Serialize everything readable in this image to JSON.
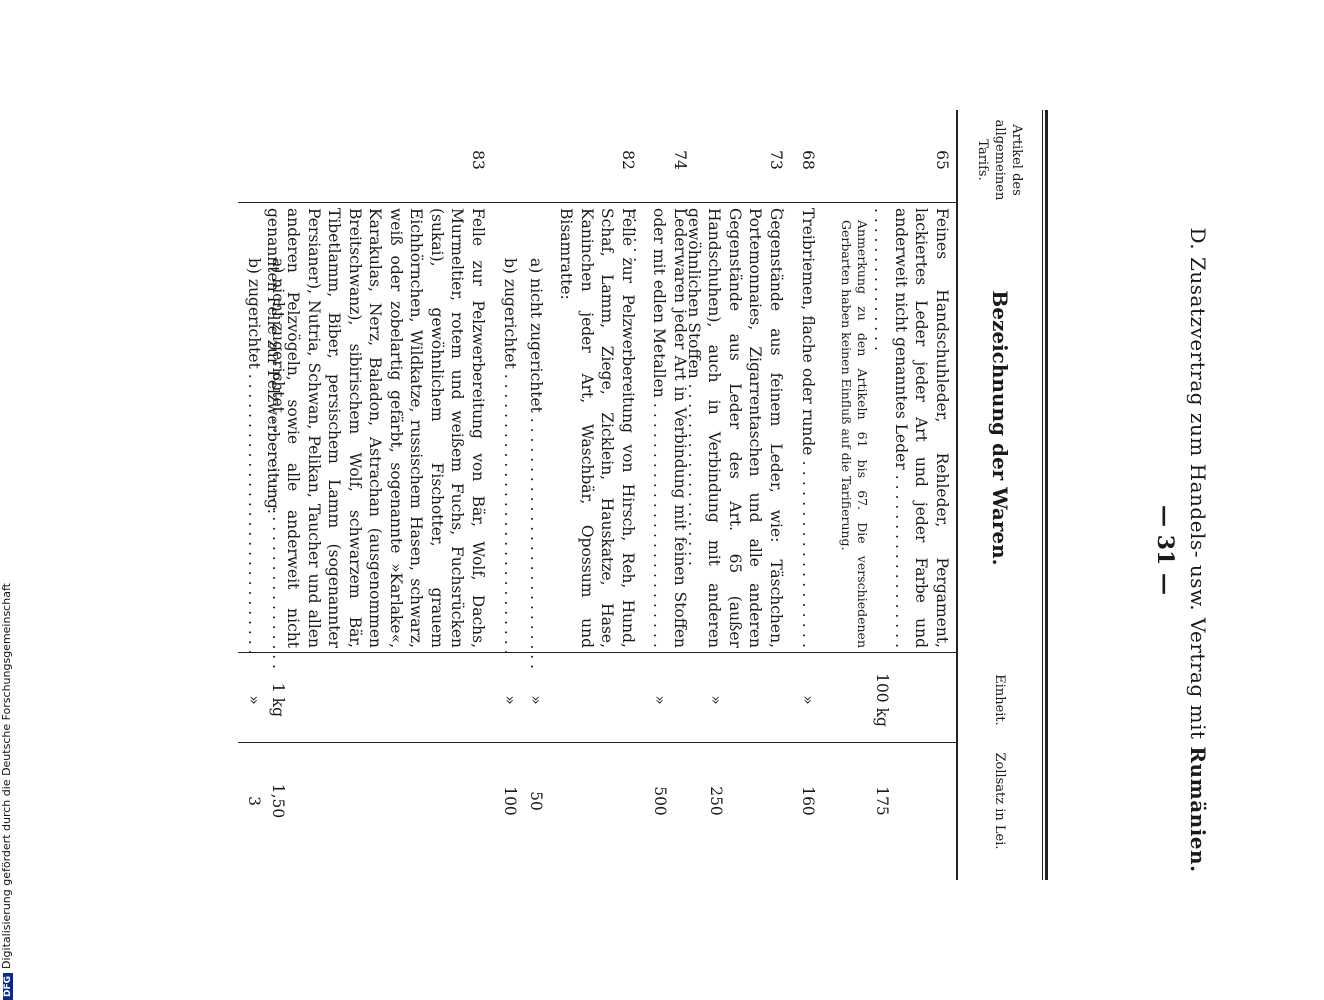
{
  "header": {
    "prefix": "D.  Zusatzvertrag zum Handels- usw. Vertrag mit",
    "country": "Rumänien.",
    "page_number": "— 31 —"
  },
  "table": {
    "col_article": "Artikel des allgemeinen Tarifs.",
    "col_description": "Bezeichnung der Waren.",
    "col_unit": "Einheit.",
    "col_rate": "Zollsatz in Lei.",
    "rows": [
      {
        "article": "65",
        "description": "Feines Handschuhleder, Rehleder, Pergament, lackiertes Leder jeder Art und jeder Farbe und anderweit nicht genanntes Leder . . . . . . . . . . . . . . . . . . . . . . . . . . . . . . . . .",
        "note": "Anmerkung zu den Artikeln 61 bis 67. Die verschiedenen Gerbarten haben keinen Einfluß auf die Tarifierung.",
        "unit": "100 kg",
        "rate": "175"
      },
      {
        "article": "68",
        "description": "Treibriemen, flache oder runde . . . . . . . . . . . . . . . . . . . .",
        "unit": "»",
        "rate": "160"
      },
      {
        "article": "73",
        "description": "Gegenstände aus feinem Leder, wie: Täschchen, Portemonnaies, Zigarrentaschen und alle anderen Gegenstände aus Leder des Art. 65 (außer Handschuhen), auch in Verbindung mit anderen gewöhnlichen Stoffen . . . . . . . . . . . . . . . . . . .",
        "unit": "»",
        "rate": "250"
      },
      {
        "article": "74",
        "description": "Lederwaren jeder Art in Verbindung mit feinen Stoffen oder mit edlen Metallen . . . . . . . . . . . . . . . . . . . . . . . . . . . . . . .",
        "unit": "»",
        "rate": "500"
      },
      {
        "article": "82",
        "description": "Felle zur Pelzwerbereitung von Hirsch, Reh, Hund, Schaf, Lamm, Ziege, Zicklein, Hauskatze, Hase, Kaninchen jeder Art, Waschbär, Opossum und Bisamratte:",
        "subs": [
          {
            "label": "a) nicht zugerichtet . . . . . . . . . . . . . . . . . . . . . . . . . .",
            "unit": "»",
            "rate": "50"
          },
          {
            "label": "b) zugerichtet . . . . . . . . . . . . . . . . . . . . . . . . . . . . .",
            "unit": "»",
            "rate": "100"
          }
        ]
      },
      {
        "article": "83",
        "description": "Felle zur Pelzwerbereitung von Bär, Wolf, Dachs, Murmeltier, rotem und weißem Fuchs, Fuchsrücken (sukai), gewöhnlichem Fischotter, grauem Eichhörnchen, Wildkatze, russischem Hasen, schwarz, weiß oder zobelartig gefärbt, sogenannte »Karlake«, Karakulas, Nerz, Baladon, Astrachan (ausgenommen Breitschwanz), sibirischem Wolf, schwarzem Bär, Tibetlamm, Biber, persischem Lamm (sogenannter Persianer), Nutria, Schwan, Pelikan, Taucher und allen anderen Pelzvögeln, sowie alle anderweit nicht genannten Felle zur Pelzwerbereitung:",
        "subs": [
          {
            "label": "a) nicht zugerichtet . . . . . . . . . . . . . . . . . . . . . . . . . .",
            "unit": "1 kg",
            "rate": "1,50"
          },
          {
            "label": "b) zugerichtet . . . . . . . . . . . . . . . . . . . . . . . . . . . . .",
            "unit": "»",
            "rate": "3"
          }
        ]
      }
    ]
  },
  "side_note": {
    "badge": "DFG",
    "text": "Digitalisierung gefördert durch die Deutsche Forschungsgemeinschaft"
  }
}
